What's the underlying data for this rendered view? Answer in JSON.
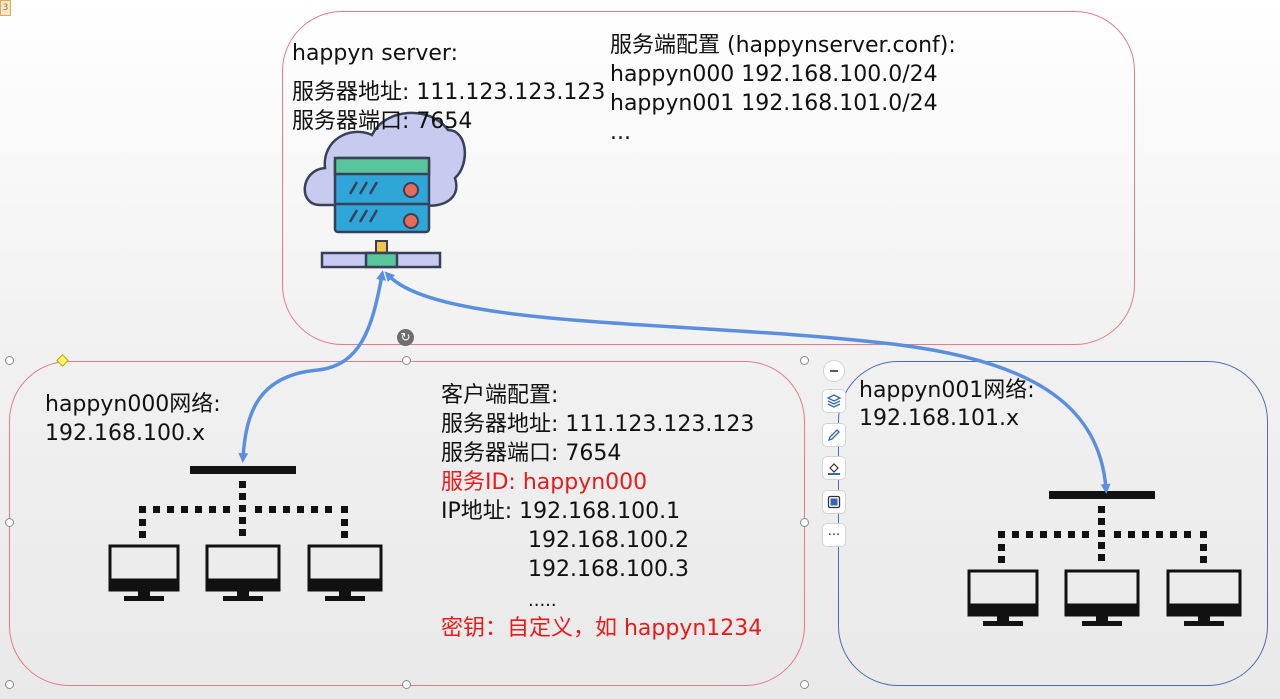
{
  "corner_tag": "3",
  "server": {
    "title": "happyn server:",
    "addr_line": "服务器地址: 111.123.123.123",
    "port_line": "服务器端口: 7654",
    "conf_title": "服务端配置 (happynserver.conf):",
    "conf_lines": [
      "happyn000 192.168.100.0/24",
      "happyn001 192.168.101.0/24",
      "..."
    ]
  },
  "net0": {
    "title": "happyn000网络:",
    "subnet": "192.168.100.x",
    "client_config": {
      "title": "客户端配置:",
      "server_addr": "服务器地址: 111.123.123.123",
      "server_port": "服务器端口: 7654",
      "service_id": "服务ID: happyn000",
      "ip_label_line": "IP地址: 192.168.100.1",
      "ip_lines": [
        "192.168.100.2",
        "192.168.100.3",
        "....."
      ],
      "key_line": "密钥：自定义，如 happyn1234"
    }
  },
  "net1": {
    "title": "happyn001网络:",
    "subnet": "192.168.101.x"
  },
  "toolbar": {
    "items": [
      "minus-icon",
      "layers-icon",
      "pen-icon",
      "fill-icon",
      "frame-icon",
      "more-icon"
    ],
    "more_label": "···"
  },
  "colors": {
    "arrow": "#5b8fde",
    "server_border": "#e57a8a",
    "net1_border": "#4a6fb0",
    "highlight_red": "#e81b1b",
    "server_body": "#2fa6d8",
    "server_top": "#58c59c",
    "cloud": "#c7cbf0"
  }
}
